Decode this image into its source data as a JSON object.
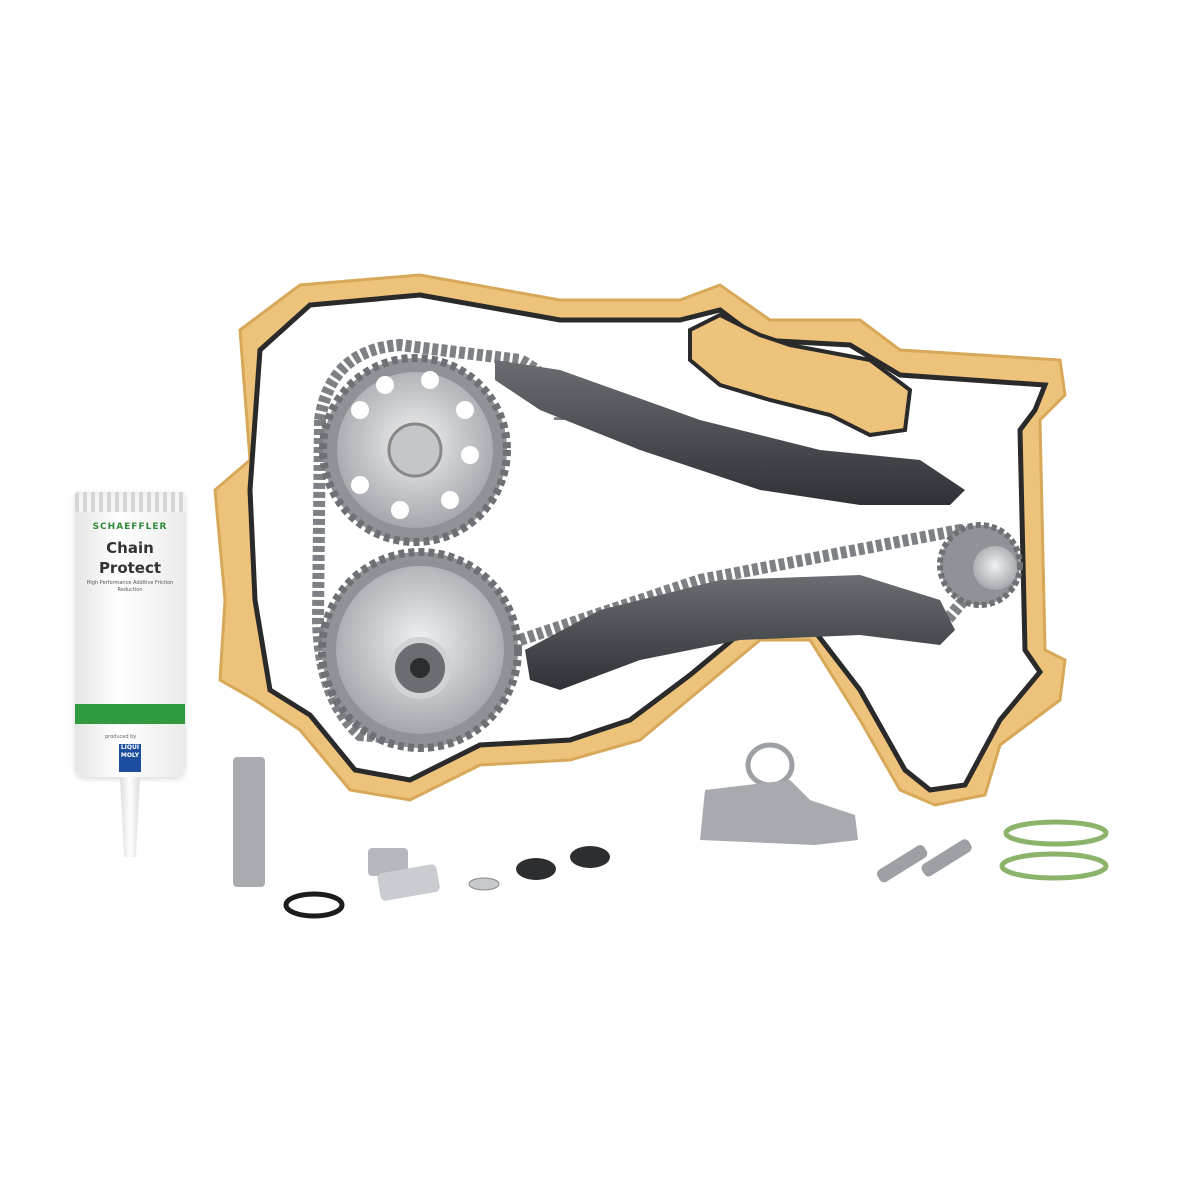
{
  "image": {
    "subject": "Timing chain kit with gasket, sprockets, chain guides, tensioner, seals and chain lubricant tube",
    "background_color": "#ffffff"
  },
  "tube": {
    "brand": "SCHAEFFLER",
    "title_line1": "Chain",
    "title_line2": "Protect",
    "subtitle": "High Performance Additive Friction Reduction",
    "made_by": "produced by",
    "logo": "LIQUI MOLY"
  },
  "colors": {
    "gasket": "#e8b96a",
    "gasket_seal": "#2a2a2a",
    "metal": "#b8bcc0",
    "guide": "#4a4d52",
    "green_accent": "#2f9a3e",
    "oring_green": "#8bb36a"
  }
}
